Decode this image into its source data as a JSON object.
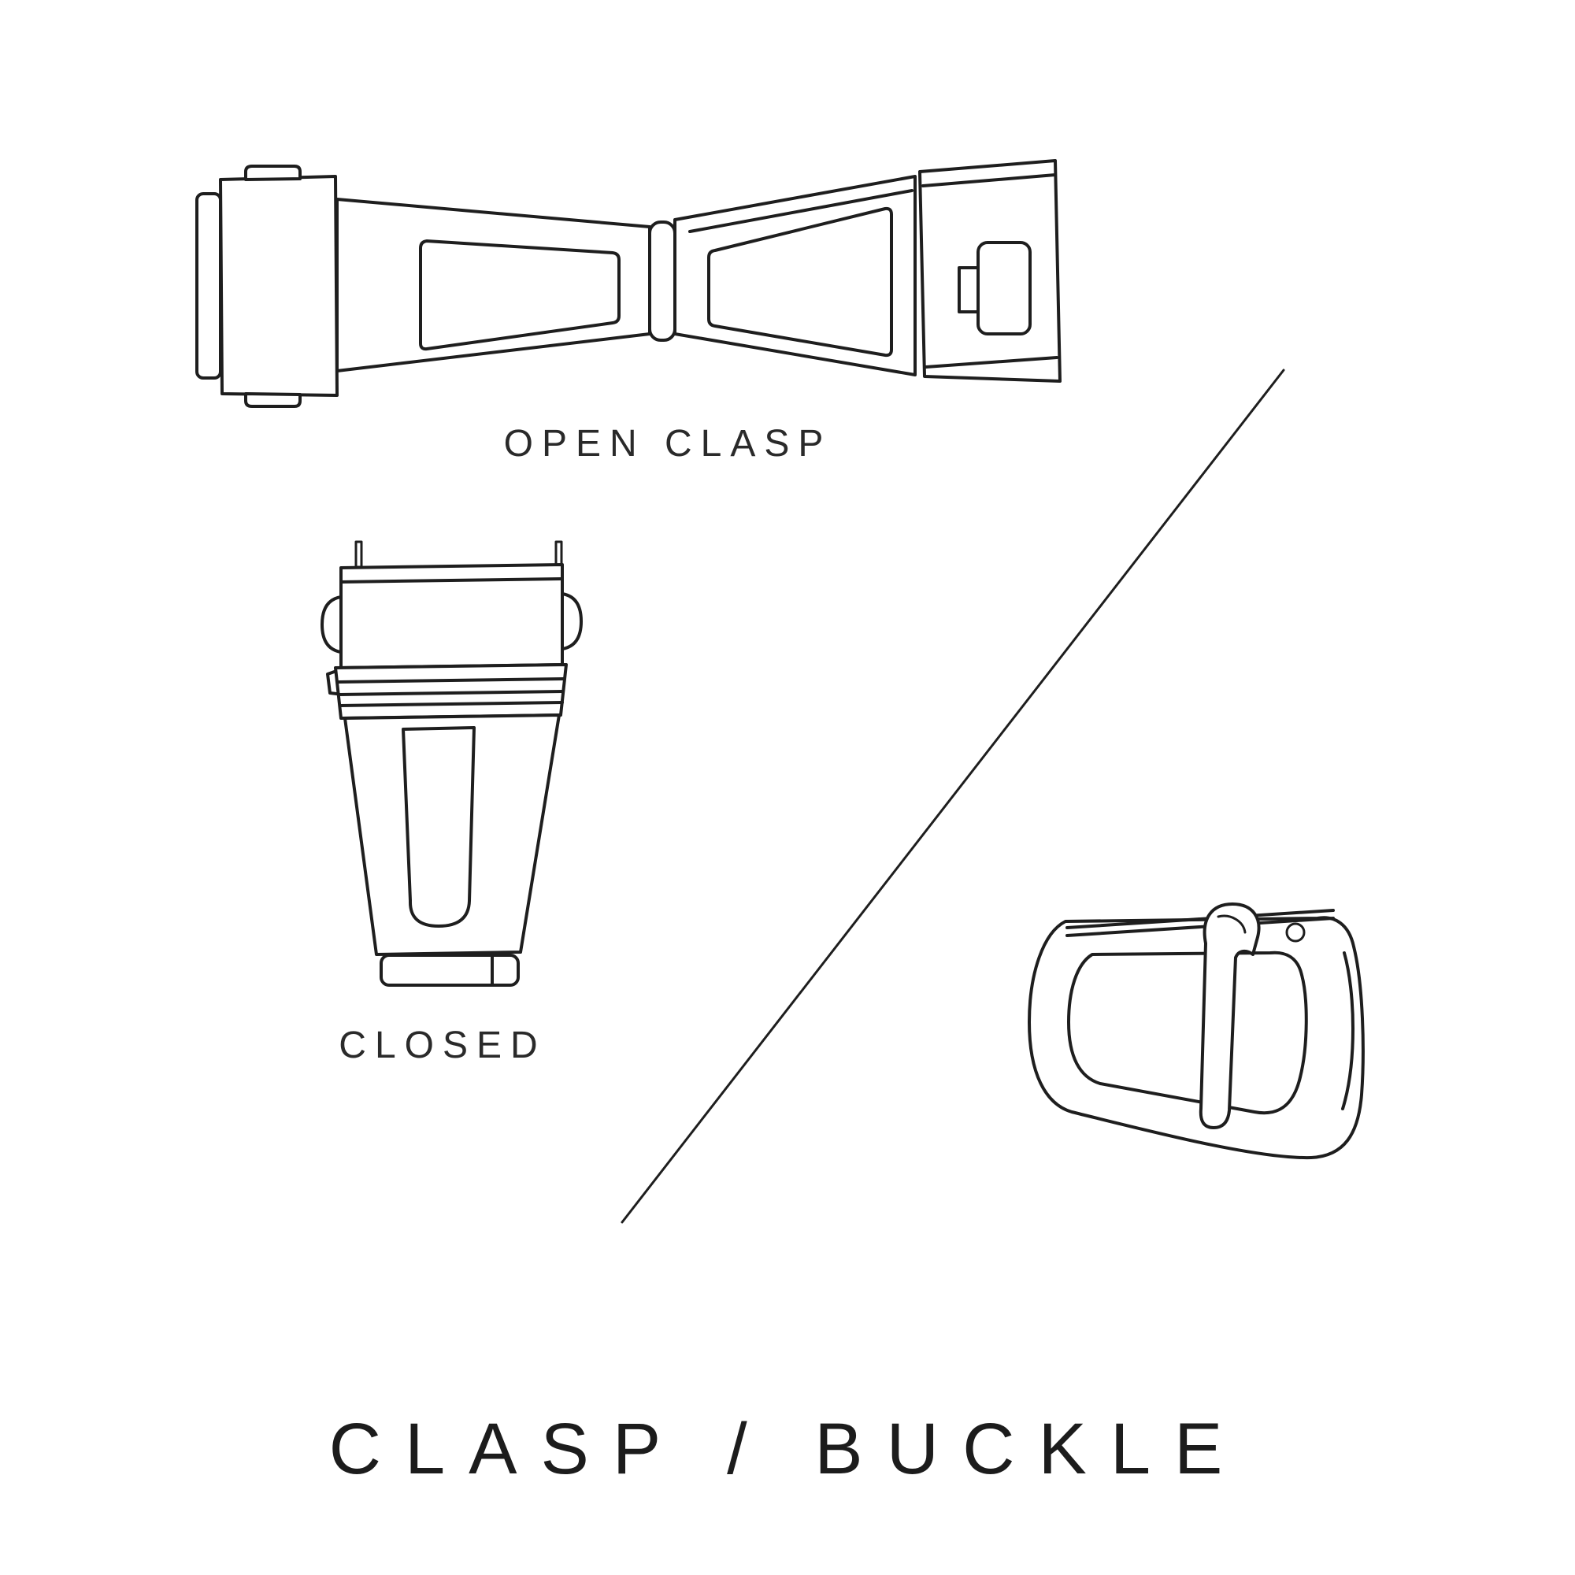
{
  "title": "CLASP / BUCKLE",
  "labels": {
    "open_clasp": "OPEN CLASP",
    "closed_clasp": "CLOSED"
  },
  "figures": [
    {
      "name": "open-clasp-illustration",
      "description": "watch deployant clasp shown open, top view"
    },
    {
      "name": "closed-clasp-illustration",
      "description": "watch clasp shown closed, top view"
    },
    {
      "name": "tang-buckle-illustration",
      "description": "watch strap tang buckle with pin"
    }
  ],
  "colors": {
    "background": "#ffffff",
    "line": "#1e1e1e",
    "text": "#2a2a2a"
  }
}
